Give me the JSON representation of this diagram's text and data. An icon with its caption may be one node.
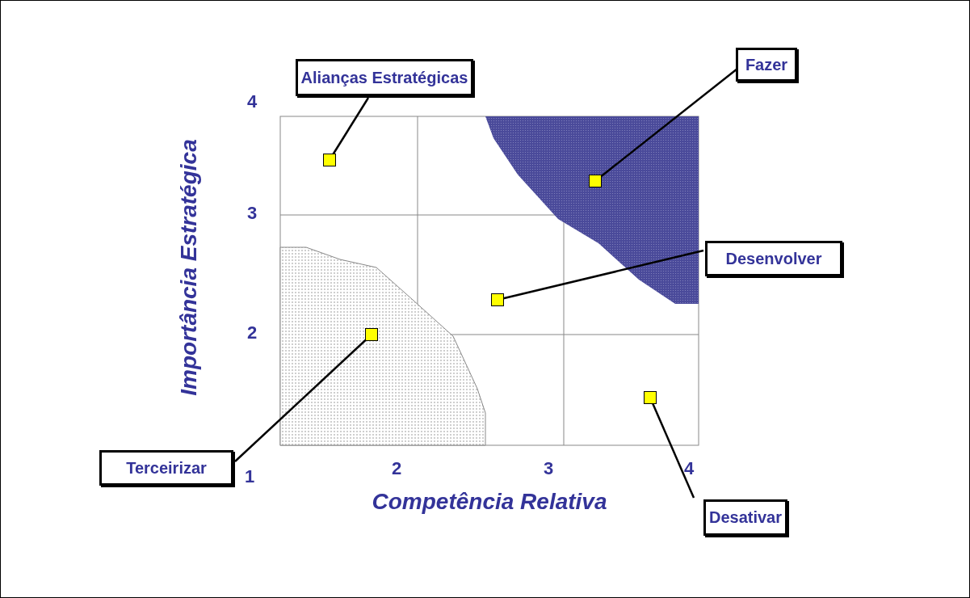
{
  "diagram": {
    "nodes": [
      {
        "text": [
          "Alianças Estratégicas"
        ]
      },
      {
        "text": [
          "Fazer"
        ]
      },
      {
        "text": [],
        "shape": "box"
      },
      {
        "text": [],
        "shape": "box"
      },
      {
        "text": [
          "Desenvolver"
        ]
      },
      {
        "text": [],
        "shape": "box"
      },
      {
        "text": [],
        "shape": "box"
      },
      {
        "text": [],
        "shape": "box"
      },
      {
        "text": [
          "Terceirizar"
        ]
      },
      {
        "text": [
          "Desativar"
        ]
      }
    ],
    "edges": [
      {
        "from": 0,
        "to": 2,
        "arrow": "none"
      },
      {
        "from": 1,
        "to": 3,
        "arrow": "none"
      },
      {
        "from": 4,
        "to": 5,
        "arrow": "none"
      },
      {
        "from": 8,
        "to": 6,
        "arrow": "none"
      },
      {
        "from": 9,
        "to": 7,
        "arrow": "none"
      }
    ],
    "labels": [
      "4",
      "Importância Estratégica",
      "3",
      "2",
      "1",
      "2",
      "3",
      "4",
      "Competência Relativa"
    ]
  }
}
